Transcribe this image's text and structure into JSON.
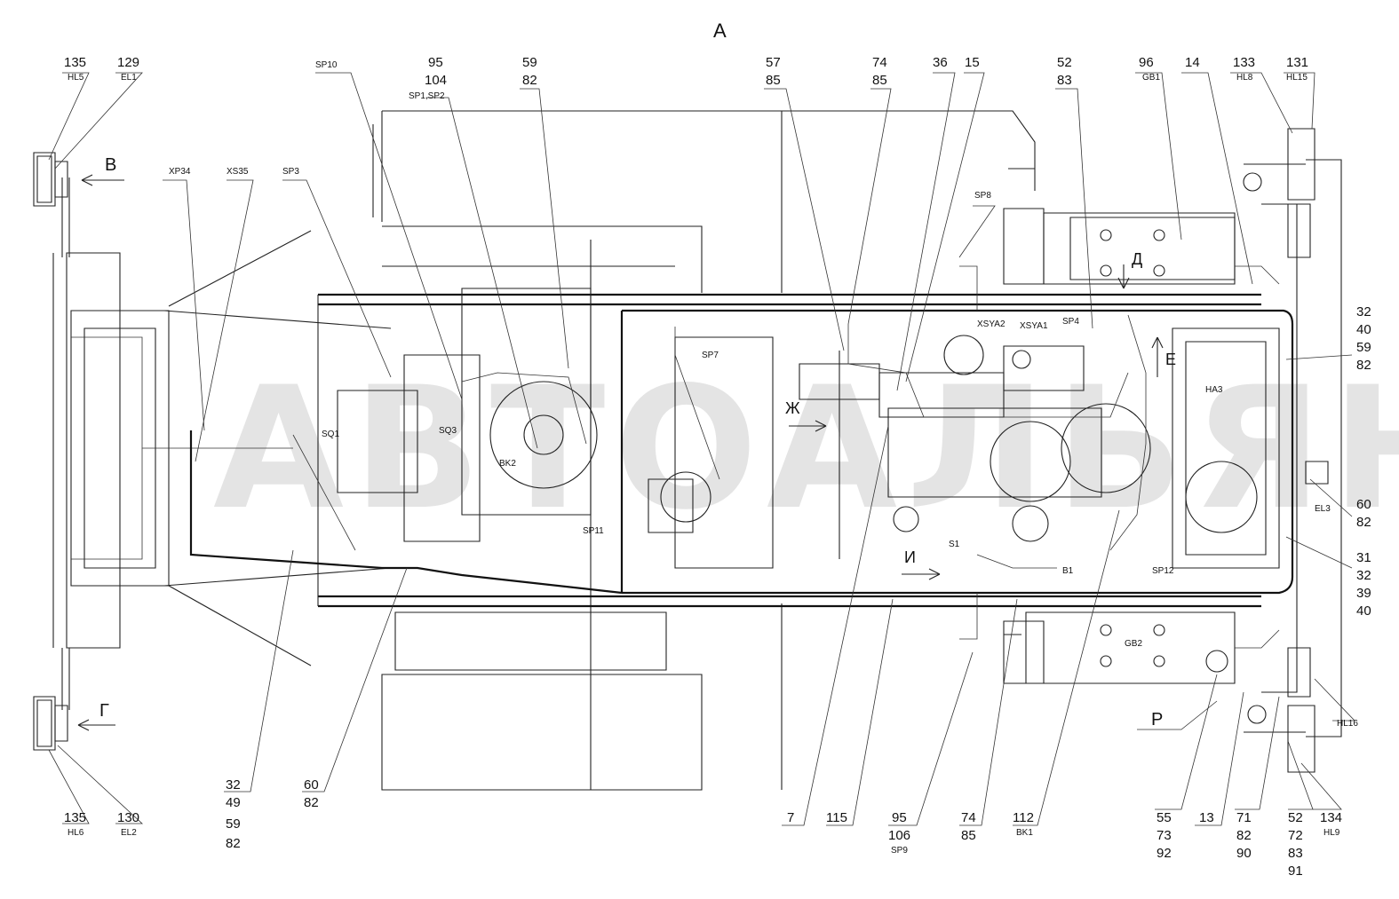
{
  "view_title": "А",
  "watermark": "АВТОАЛЬЯНС",
  "callouts": {
    "c135_hl5": {
      "num": "135",
      "code": "HL5"
    },
    "c129_el1": {
      "num": "129",
      "code": "EL1"
    },
    "c95_104": {
      "num": "95",
      "num2": "104",
      "code": "SP1,SP2"
    },
    "c59_82": {
      "num": "59",
      "num2": "82"
    },
    "c57_85": {
      "num": "57",
      "num2": "85"
    },
    "c74_85_top": {
      "num": "74",
      "num2": "85"
    },
    "c36": {
      "num": "36"
    },
    "c15": {
      "num": "15"
    },
    "c52_83": {
      "num": "52",
      "num2": "83"
    },
    "c96_gb1": {
      "num": "96",
      "code": "GB1"
    },
    "c14": {
      "num": "14"
    },
    "c133_hl8": {
      "num": "133",
      "code": "HL8"
    },
    "c131_hl15": {
      "num": "131",
      "code": "HL15"
    },
    "r_32_40_59_82": [
      "32",
      "40",
      "59",
      "82"
    ],
    "r_60_82": [
      "60",
      "82"
    ],
    "r_31_32_39_40": [
      "31",
      "32",
      "39",
      "40"
    ],
    "c135_hl6": {
      "num": "135",
      "code": "HL6"
    },
    "c130_el2": {
      "num": "130",
      "code": "EL2"
    },
    "b_32_49_59_82": [
      "32",
      "49",
      "59",
      "82"
    ],
    "b_60_82": [
      "60",
      "82"
    ],
    "b_7": "7",
    "b_115": "115",
    "b_95_106": {
      "num": "95",
      "num2": "106",
      "code": "SP9"
    },
    "b_74_85": [
      "74",
      "85"
    ],
    "b_112": {
      "num": "112",
      "code": "BK1"
    },
    "b_55_73_92": [
      "55",
      "73",
      "92"
    ],
    "b_13": "13",
    "b_71_82_90": [
      "71",
      "82",
      "90"
    ],
    "b_52_72_83_91": [
      "52",
      "72",
      "83",
      "91"
    ],
    "b_134": {
      "num": "134",
      "code": "HL9"
    }
  },
  "labels": {
    "sp10": "SP10",
    "xp34": "XP34",
    "xs35": "XS35",
    "sp3": "SP3",
    "sq1": "SQ1",
    "sq3": "SQ3",
    "bk2": "BK2",
    "sp11": "SP11",
    "sp7": "SP7",
    "sp8": "SP8",
    "xsya2": "XSYA2",
    "xsya1": "XSYA1",
    "sp4": "SP4",
    "ha3": "HA3",
    "el3": "EL3",
    "s1": "S1",
    "b1": "B1",
    "sp12": "SP12",
    "gb2": "GB2",
    "hl16": "HL16"
  },
  "arrows": {
    "v": "В",
    "g": "Г",
    "d": "Д",
    "e": "Е",
    "zh": "Ж",
    "i": "И",
    "r": "Р"
  }
}
